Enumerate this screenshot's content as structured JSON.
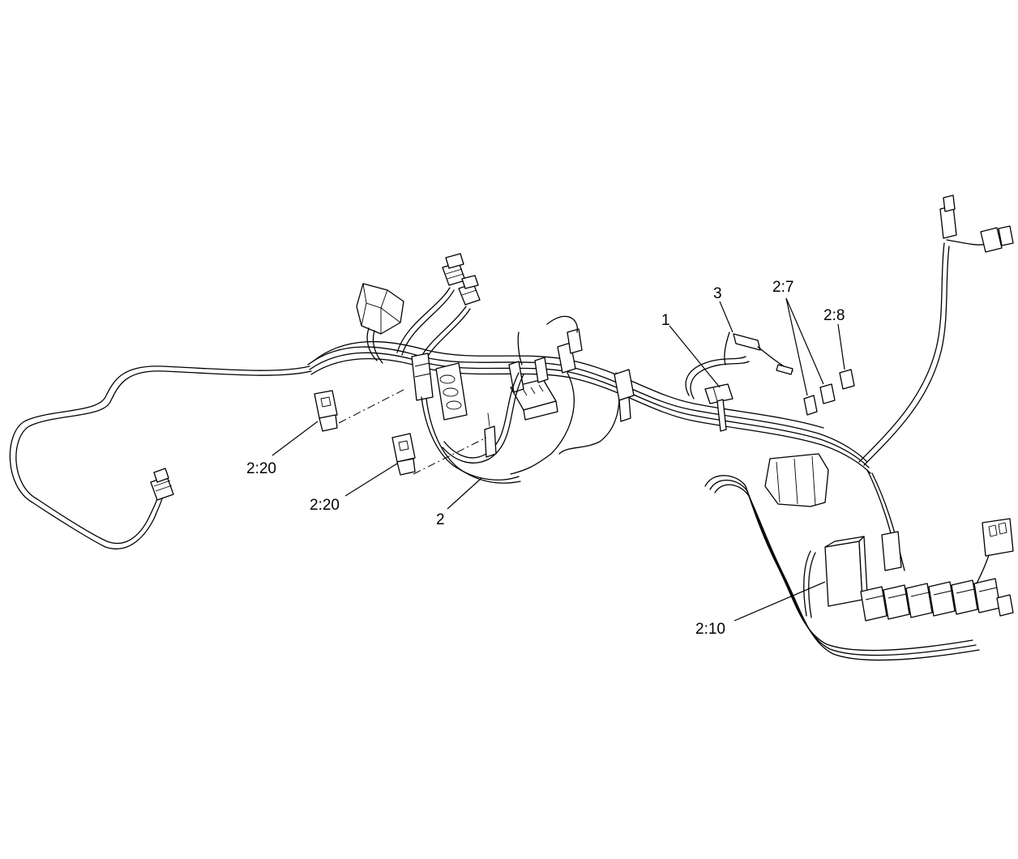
{
  "callouts": {
    "c1": "1",
    "c2": "2",
    "c3": "3",
    "c2_7": "2:7",
    "c2_8": "2:8",
    "c2_10": "2:10",
    "c2_20_upper": "2:20",
    "c2_20_lower": "2:20"
  }
}
